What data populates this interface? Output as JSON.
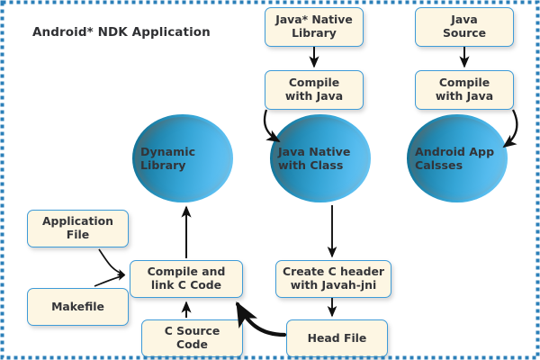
{
  "diagram": {
    "title": "Android* NDK Application",
    "frame_color": "#2b7fb8",
    "node_fill": "#fdf6e3",
    "node_border": "#3e9bd8",
    "circle_border_dark": "#0f6c8e",
    "circle_border_light": "#6fc7f2",
    "text_color": "#333438",
    "nodes": [
      {
        "id": "java-native-library",
        "label": "Java* Native\nLibrary",
        "line1": "Java* Native",
        "line2": "Library"
      },
      {
        "id": "java-source",
        "label": "Java\nSource",
        "line1": "Java",
        "line2": "Source"
      },
      {
        "id": "compile-with-java-left",
        "label": "Compile\nwith Java",
        "line1": "Compile",
        "line2": "with Java"
      },
      {
        "id": "compile-with-java-right",
        "label": "Compile\nwith Java",
        "line1": "Compile",
        "line2": "with Java"
      },
      {
        "id": "application-file",
        "label": "Application\nFile",
        "line1": "Application",
        "line2": "File"
      },
      {
        "id": "makefile",
        "label": "Makefile",
        "line1": "Makefile",
        "line2": ""
      },
      {
        "id": "compile-and-link-c-code",
        "label": "Compile and\nlink C Code",
        "line1": "Compile and",
        "line2": "link C Code"
      },
      {
        "id": "c-source-code",
        "label": "C Source\nCode",
        "line1": "C Source",
        "line2": "Code"
      },
      {
        "id": "create-c-header-with-javah-jni",
        "label": "Create C header\nwith Javah-jni",
        "line1": "Create C header",
        "line2": "with Javah-jni"
      },
      {
        "id": "head-file",
        "label": "Head File",
        "line1": "Head File",
        "line2": ""
      }
    ],
    "circles": [
      {
        "id": "dynamic-library",
        "label": "Dynamic\nLibrary",
        "line1": "Dynamic",
        "line2": "Library"
      },
      {
        "id": "java-native-with-class",
        "label": "Java Native\nwith Class",
        "line1": "Java Native",
        "line2": "with Class"
      },
      {
        "id": "android-app-calsses",
        "label": "Android App\nCalsses",
        "line1": "Android App",
        "line2": "Calsses"
      }
    ],
    "edges": [
      {
        "from": "java-native-library",
        "to": "compile-with-java-left",
        "style": "straight"
      },
      {
        "from": "java-source",
        "to": "compile-with-java-right",
        "style": "straight"
      },
      {
        "from": "compile-with-java-left",
        "to": "java-native-with-class",
        "style": "curved"
      },
      {
        "from": "compile-with-java-right",
        "to": "android-app-calsses",
        "style": "curved"
      },
      {
        "from": "java-native-with-class",
        "to": "create-c-header-with-javah-jni",
        "style": "straight"
      },
      {
        "from": "create-c-header-with-javah-jni",
        "to": "head-file",
        "style": "straight"
      },
      {
        "from": "head-file",
        "to": "compile-and-link-c-code",
        "style": "curved-thick"
      },
      {
        "from": "c-source-code",
        "to": "compile-and-link-c-code",
        "style": "straight"
      },
      {
        "from": "application-file",
        "to": "compile-and-link-c-code",
        "style": "curved"
      },
      {
        "from": "makefile",
        "to": "compile-and-link-c-code",
        "style": "curved"
      },
      {
        "from": "compile-and-link-c-code",
        "to": "dynamic-library",
        "style": "straight"
      }
    ]
  }
}
